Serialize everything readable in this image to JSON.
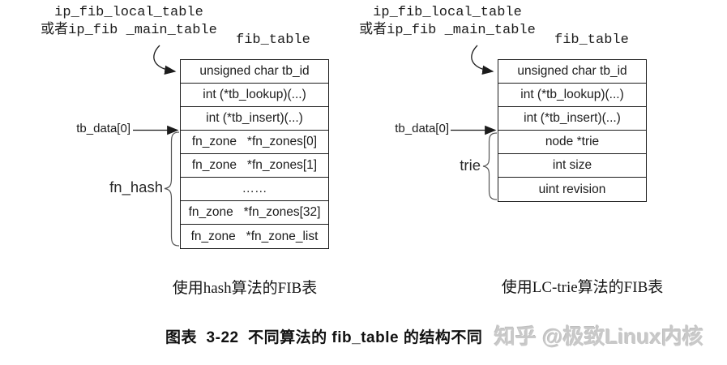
{
  "left": {
    "pointer_label_line1": "ip_fib_local_table",
    "pointer_label_line2": "或者ip_fib _main_table",
    "struct_name": "fib_table",
    "member_pointer_label": "tb_data[0]",
    "brace_label": "fn_hash",
    "rows": [
      "unsigned char tb_id",
      "int (*tb_lookup)(...)",
      "int (*tb_insert)(...)",
      "fn_zone   *fn_zones[0]",
      "fn_zone   *fn_zones[1]",
      "……",
      "fn_zone   *fn_zones[32]",
      "fn_zone   *fn_zone_list"
    ],
    "caption": "使用hash算法的FIB表"
  },
  "right": {
    "pointer_label_line1": "ip_fib_local_table",
    "pointer_label_line2": "或者ip_fib _main_table",
    "struct_name": "fib_table",
    "member_pointer_label": "tb_data[0]",
    "brace_label": "trie",
    "rows": [
      "unsigned char tb_id",
      "int (*tb_lookup)(...)",
      "int (*tb_insert)(...)",
      "node *trie",
      "int size",
      "uint revision"
    ],
    "caption": "使用LC-trie算法的FIB表"
  },
  "figure_caption": "图表  3-22  不同算法的 fib_table 的结构不同",
  "watermark": "知乎 @极致Linux内核",
  "colors": {
    "background": "#ffffff",
    "text": "#1c1c1c",
    "line": "#2a2a2a",
    "brace": "#555555",
    "watermark": "#c9c9c9"
  }
}
